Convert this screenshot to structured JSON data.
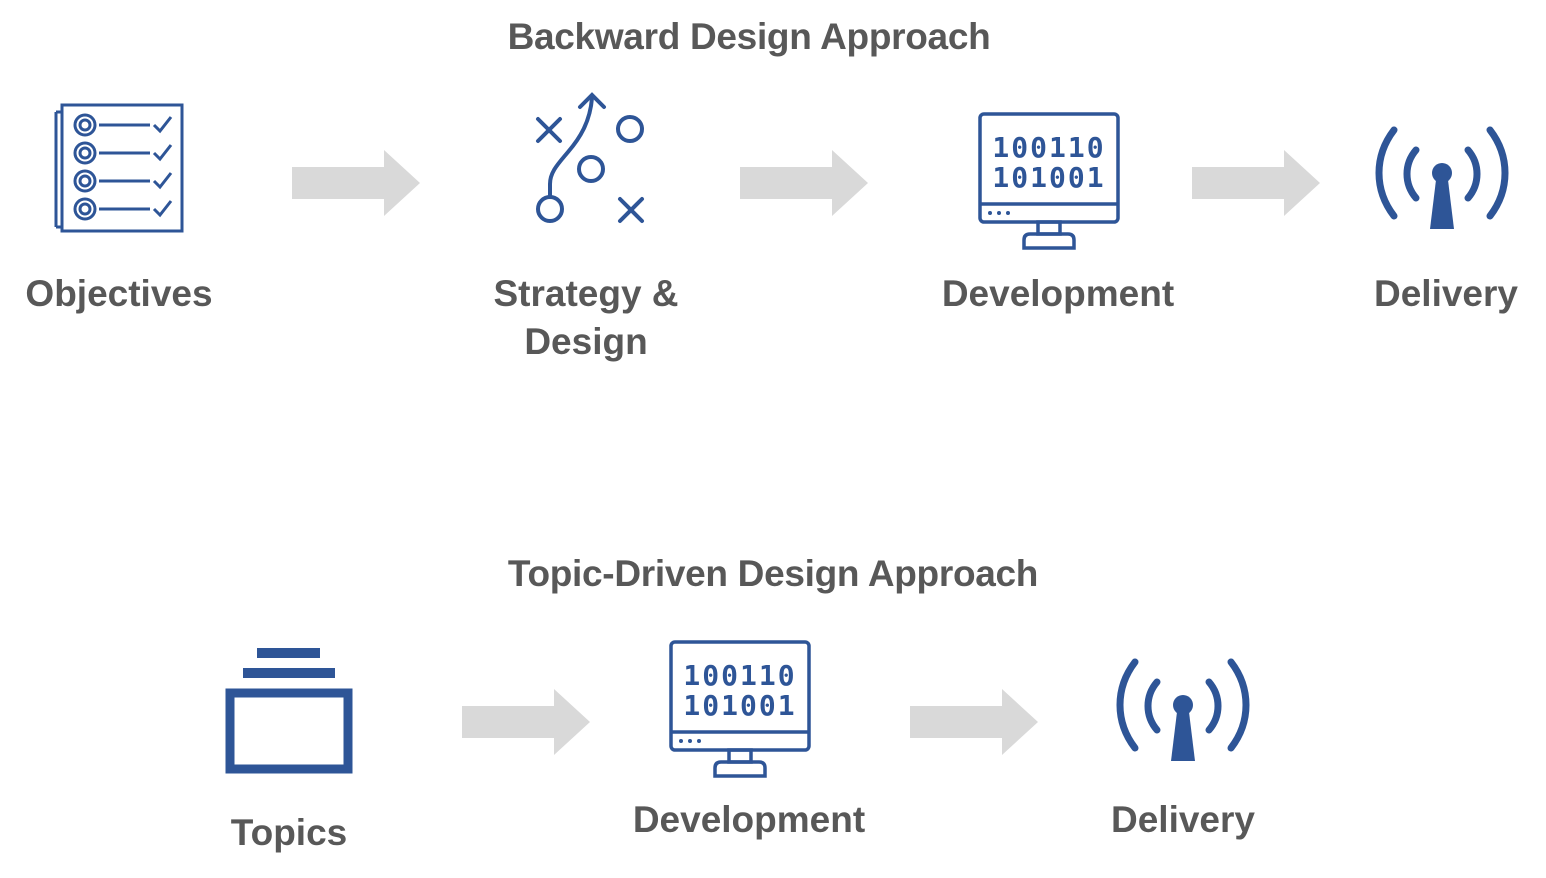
{
  "colors": {
    "icon": "#2E5597",
    "arrow": "#D9D9D9",
    "text": "#585858"
  },
  "backward": {
    "title": "Backward Design Approach",
    "steps": [
      {
        "label_lines": [
          "Objectives"
        ],
        "icon": "checklist-icon"
      },
      {
        "label_lines": [
          "Strategy &",
          "Design"
        ],
        "icon": "strategy-play-icon"
      },
      {
        "label_lines": [
          "Development"
        ],
        "icon": "binary-monitor-icon"
      },
      {
        "label_lines": [
          "Delivery"
        ],
        "icon": "broadcast-antenna-icon"
      }
    ]
  },
  "topic": {
    "title": "Topic-Driven Design Approach",
    "steps": [
      {
        "label_lines": [
          "Topics"
        ],
        "icon": "topics-stack-icon"
      },
      {
        "label_lines": [
          "Development"
        ],
        "icon": "binary-monitor-icon"
      },
      {
        "label_lines": [
          "Delivery"
        ],
        "icon": "broadcast-antenna-icon"
      }
    ]
  },
  "monitor_screen": {
    "row1": "100110",
    "row2": "101001"
  }
}
